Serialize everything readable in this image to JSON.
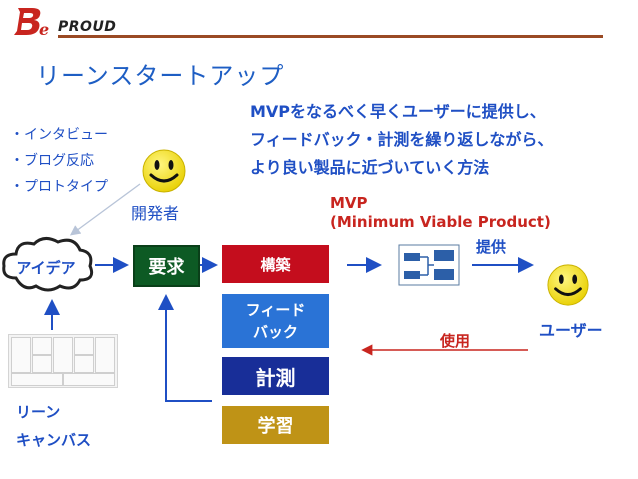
{
  "header": {
    "logo_text": "PROUD",
    "title": "リーンスタートアップ"
  },
  "idea_sources": [
    "・インタビュー",
    "・ブログ反応",
    "・プロトタイプ"
  ],
  "developer_label": "開発者",
  "description_lines": [
    "MVPをなるべく早くユーザーに提供し、",
    "フィードバック・計測を繰り返しながら、",
    "より良い製品に近づいていく方法"
  ],
  "mvp_label": {
    "line1": "MVP",
    "line2": "(Minimum Viable Product)"
  },
  "provide_label": "提供",
  "use_label": "使用",
  "user_label": "ユーザー",
  "idea_label": "アイデア",
  "requirement_label": "要求",
  "build_label": "構築",
  "feedback_label": {
    "line1": "フィード",
    "line2": "バック"
  },
  "measure_label": "計測",
  "learn_label": "学習",
  "lean_canvas_label": {
    "line1": "リーン",
    "line2": "キャンバス"
  },
  "colors": {
    "text_blue": "#1f4fc4",
    "text_red": "#c8251f",
    "requirement": "#0d5a24",
    "build": "#c40d1d",
    "feedback": "#2a73d6",
    "measure": "#182e98",
    "learn": "#bf9316",
    "smiley": "#f7e51c"
  }
}
